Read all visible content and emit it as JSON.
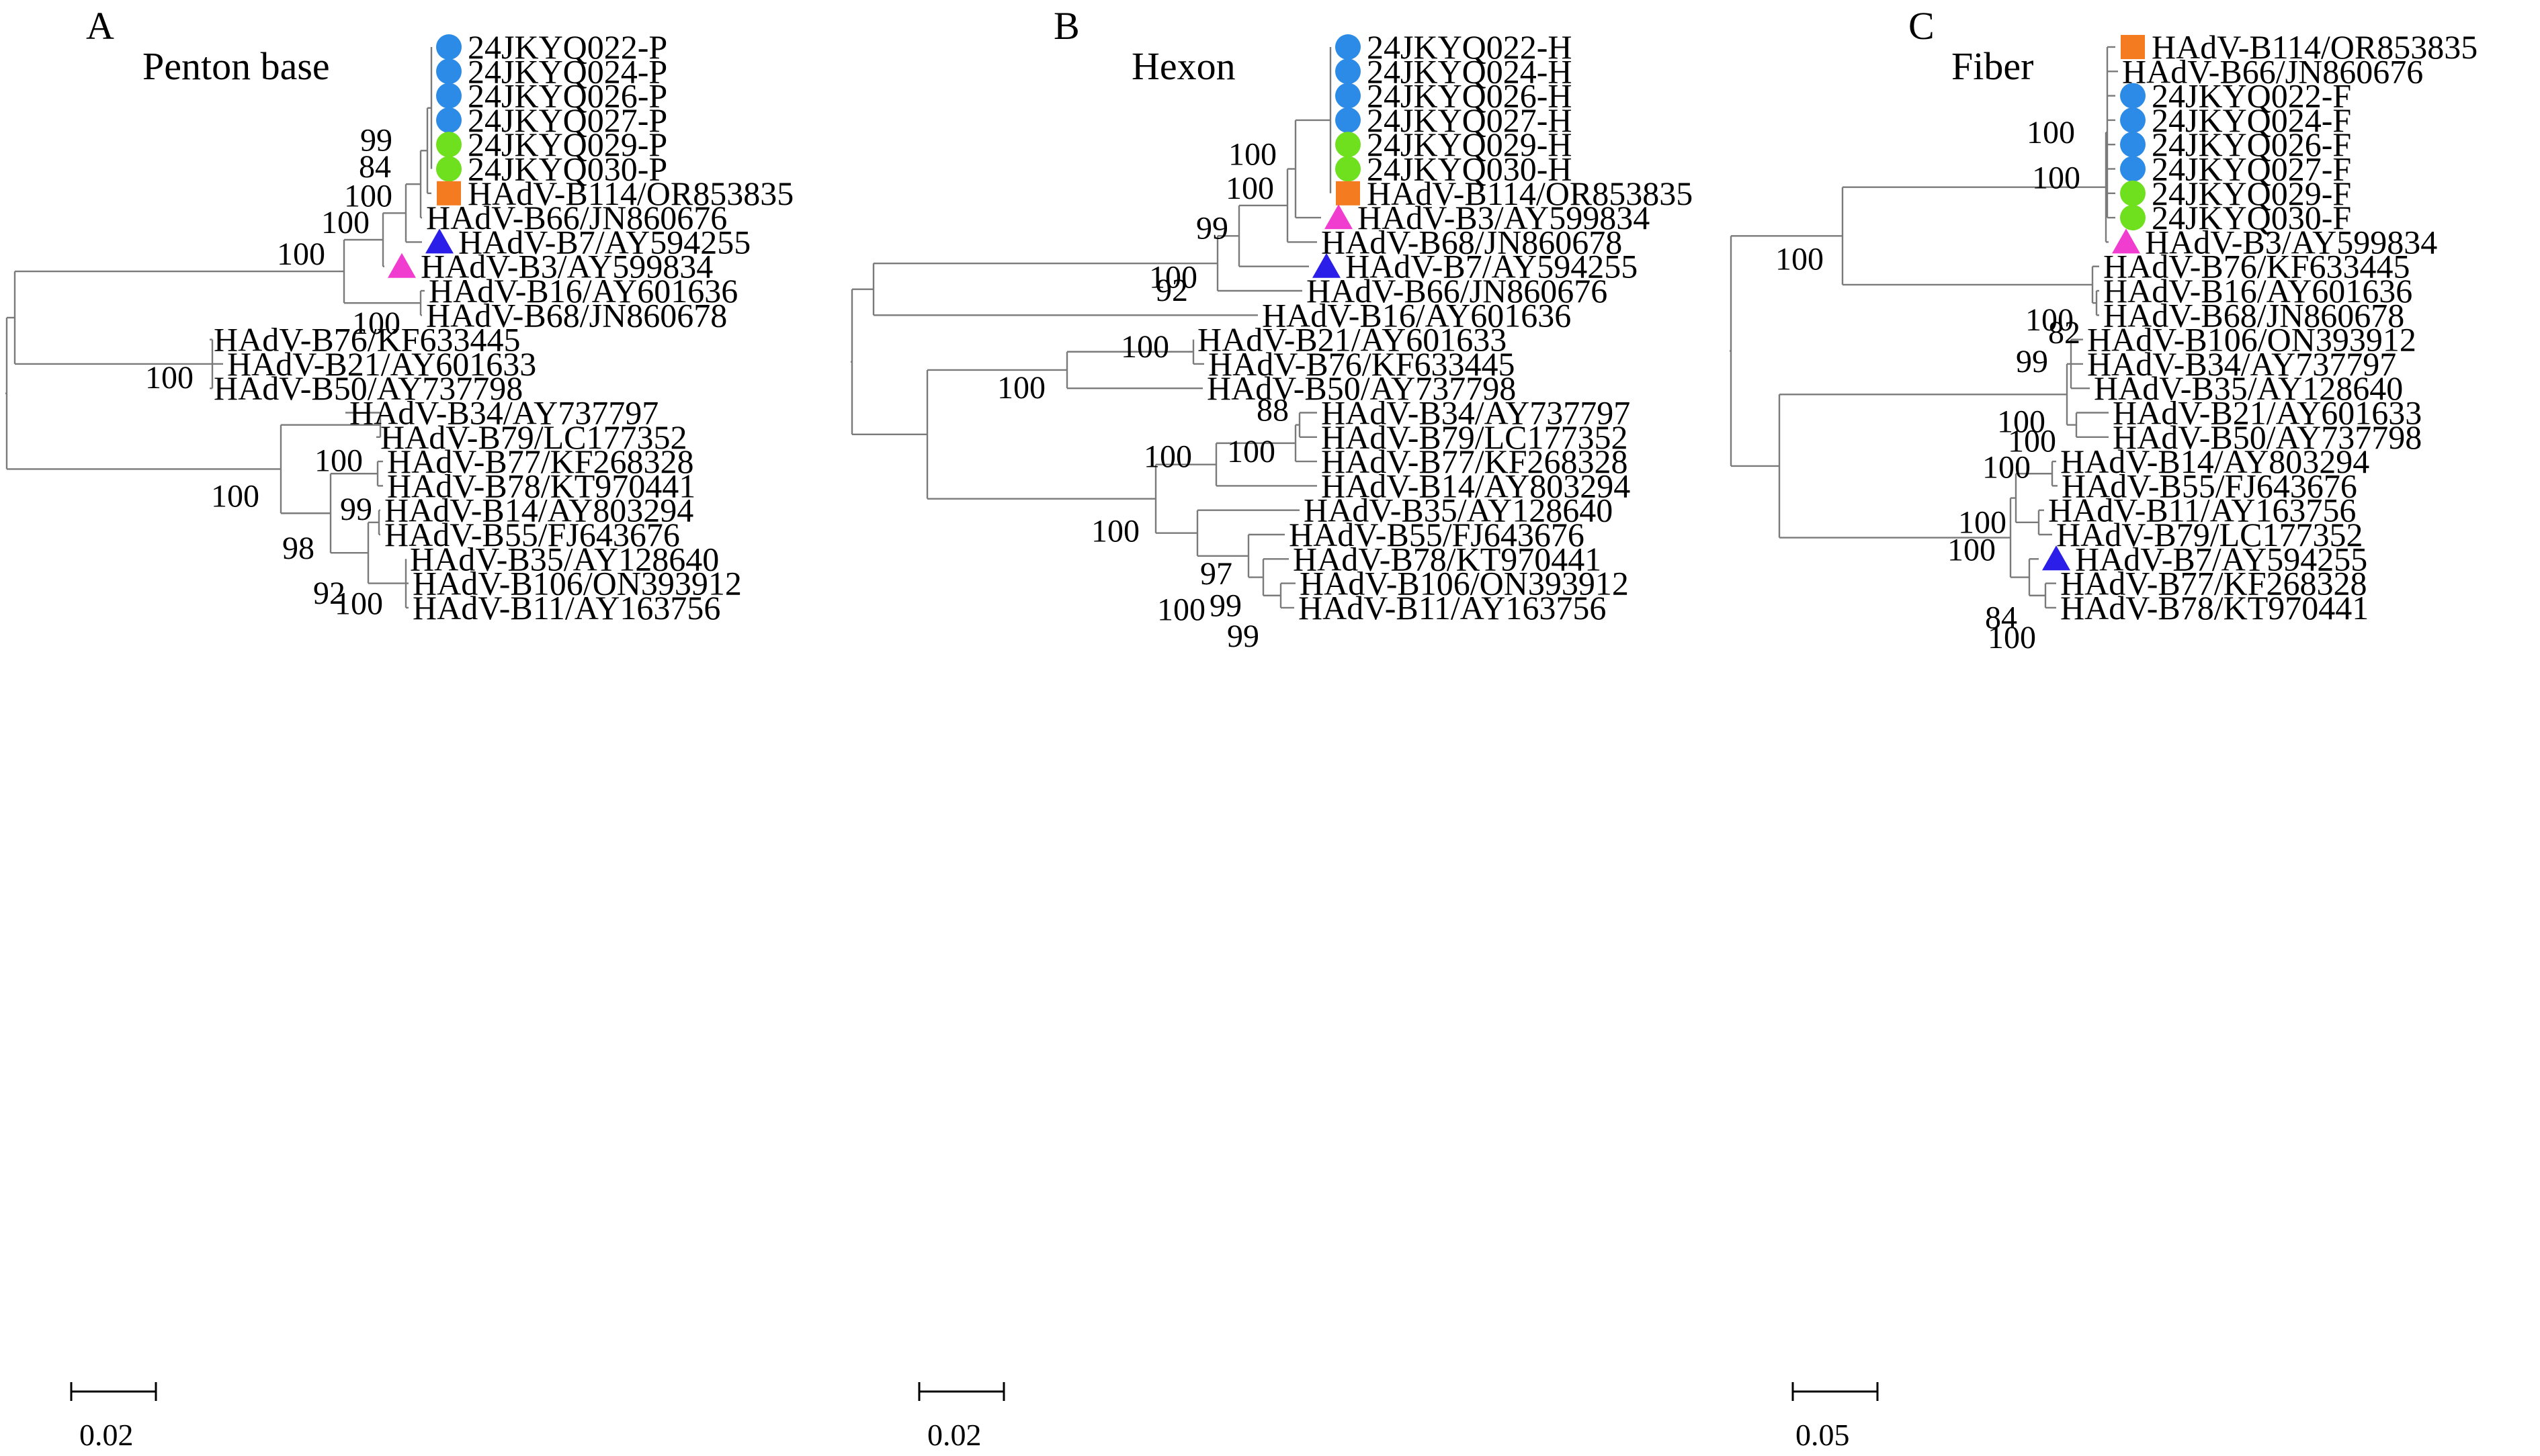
{
  "colors": {
    "blue_circle": "#2b8be6",
    "green_circle": "#6fe01e",
    "orange_square": "#f47b20",
    "blue_triangle": "#2a1ee8",
    "magenta_triangle": "#f03ccf",
    "branch": "#7a7a7a"
  },
  "panels": [
    {
      "letter": "A",
      "title": "Penton base",
      "scale_label": "0.02",
      "leaves": [
        {
          "label": "24JKYQ022-P",
          "marker": "blue-circle"
        },
        {
          "label": "24JKYQ024-P",
          "marker": "blue-circle"
        },
        {
          "label": "24JKYQ026-P",
          "marker": "blue-circle"
        },
        {
          "label": "24JKYQ027-P",
          "marker": "blue-circle"
        },
        {
          "label": "24JKYQ029-P",
          "marker": "green-circle"
        },
        {
          "label": "24JKYQ030-P",
          "marker": "green-circle"
        },
        {
          "label": "HAdV-B114/OR853835",
          "marker": "orange-square"
        },
        {
          "label": "HAdV-B66/JN860676",
          "marker": ""
        },
        {
          "label": "HAdV-B7/AY594255",
          "marker": "blue-triangle"
        },
        {
          "label": "HAdV-B3/AY599834",
          "marker": "magenta-triangle"
        },
        {
          "label": "HAdV-B16/AY601636",
          "marker": ""
        },
        {
          "label": "HAdV-B68/JN860678",
          "marker": ""
        },
        {
          "label": "HAdV-B76/KF633445",
          "marker": ""
        },
        {
          "label": "HAdV-B21/AY601633",
          "marker": ""
        },
        {
          "label": "HAdV-B50/AY737798",
          "marker": ""
        },
        {
          "label": "HAdV-B34/AY737797",
          "marker": ""
        },
        {
          "label": "HAdV-B79/LC177352",
          "marker": ""
        },
        {
          "label": "HAdV-B77/KF268328",
          "marker": ""
        },
        {
          "label": "HAdV-B78/KT970441",
          "marker": ""
        },
        {
          "label": "HAdV-B14/AY803294",
          "marker": ""
        },
        {
          "label": "HAdV-B55/FJ643676",
          "marker": ""
        },
        {
          "label": "HAdV-B35/AY128640",
          "marker": ""
        },
        {
          "label": "HAdV-B106/ON393912",
          "marker": ""
        },
        {
          "label": "HAdV-B11/AY163756",
          "marker": ""
        }
      ],
      "support_values": [
        "99",
        "84",
        "100",
        "100",
        "100",
        "100",
        "100",
        "100",
        "100",
        "98",
        "99",
        "92",
        "100"
      ]
    },
    {
      "letter": "B",
      "title": "Hexon",
      "scale_label": "0.02",
      "leaves": [
        {
          "label": "24JKYQ022-H",
          "marker": "blue-circle"
        },
        {
          "label": "24JKYQ024-H",
          "marker": "blue-circle"
        },
        {
          "label": "24JKYQ026-H",
          "marker": "blue-circle"
        },
        {
          "label": "24JKYQ027-H",
          "marker": "blue-circle"
        },
        {
          "label": "24JKYQ029-H",
          "marker": "green-circle"
        },
        {
          "label": "24JKYQ030-H",
          "marker": "green-circle"
        },
        {
          "label": "HAdV-B114/OR853835",
          "marker": "orange-square"
        },
        {
          "label": "HAdV-B3/AY599834",
          "marker": "magenta-triangle"
        },
        {
          "label": "HAdV-B68/JN860678",
          "marker": ""
        },
        {
          "label": "HAdV-B7/AY594255",
          "marker": "blue-triangle"
        },
        {
          "label": "HAdV-B66/JN860676",
          "marker": ""
        },
        {
          "label": "HAdV-B16/AY601636",
          "marker": ""
        },
        {
          "label": "HAdV-B21/AY601633",
          "marker": ""
        },
        {
          "label": "HAdV-B76/KF633445",
          "marker": ""
        },
        {
          "label": "HAdV-B50/AY737798",
          "marker": ""
        },
        {
          "label": "HAdV-B34/AY737797",
          "marker": ""
        },
        {
          "label": "HAdV-B79/LC177352",
          "marker": ""
        },
        {
          "label": "HAdV-B77/KF268328",
          "marker": ""
        },
        {
          "label": "HAdV-B14/AY803294",
          "marker": ""
        },
        {
          "label": "HAdV-B35/AY128640",
          "marker": ""
        },
        {
          "label": "HAdV-B55/FJ643676",
          "marker": ""
        },
        {
          "label": "HAdV-B78/KT970441",
          "marker": ""
        },
        {
          "label": "HAdV-B106/ON393912",
          "marker": ""
        },
        {
          "label": "HAdV-B11/AY163756",
          "marker": ""
        }
      ],
      "support_values": [
        "100",
        "100",
        "99",
        "92",
        "100",
        "100",
        "100",
        "88",
        "100",
        "100",
        "100",
        "100",
        "97",
        "99",
        "99"
      ]
    },
    {
      "letter": "C",
      "title": "Fiber",
      "scale_label": "0.05",
      "leaves": [
        {
          "label": "HAdV-B114/OR853835",
          "marker": "orange-square"
        },
        {
          "label": "HAdV-B66/JN860676",
          "marker": ""
        },
        {
          "label": "24JKYQ022-F",
          "marker": "blue-circle"
        },
        {
          "label": "24JKYQ024-F",
          "marker": "blue-circle"
        },
        {
          "label": "24JKYQ026-F",
          "marker": "blue-circle"
        },
        {
          "label": "24JKYQ027-F",
          "marker": "blue-circle"
        },
        {
          "label": "24JKYQ029-F",
          "marker": "green-circle"
        },
        {
          "label": "24JKYQ030-F",
          "marker": "green-circle"
        },
        {
          "label": "HAdV-B3/AY599834",
          "marker": "magenta-triangle"
        },
        {
          "label": "HAdV-B76/KF633445",
          "marker": ""
        },
        {
          "label": "HAdV-B16/AY601636",
          "marker": ""
        },
        {
          "label": "HAdV-B68/JN860678",
          "marker": ""
        },
        {
          "label": "HAdV-B106/ON393912",
          "marker": ""
        },
        {
          "label": "HAdV-B34/AY737797",
          "marker": ""
        },
        {
          "label": "HAdV-B35/AY128640",
          "marker": ""
        },
        {
          "label": "HAdV-B21/AY601633",
          "marker": ""
        },
        {
          "label": "HAdV-B50/AY737798",
          "marker": ""
        },
        {
          "label": "HAdV-B14/AY803294",
          "marker": ""
        },
        {
          "label": "HAdV-B55/FJ643676",
          "marker": ""
        },
        {
          "label": "HAdV-B11/AY163756",
          "marker": ""
        },
        {
          "label": "HAdV-B79/LC177352",
          "marker": ""
        },
        {
          "label": "HAdV-B7/AY594255",
          "marker": "blue-triangle"
        },
        {
          "label": "HAdV-B77/KF268328",
          "marker": ""
        },
        {
          "label": "HAdV-B78/KT970441",
          "marker": ""
        }
      ],
      "support_values": [
        "100",
        "100",
        "100",
        "100",
        "82",
        "99",
        "100",
        "100",
        "100",
        "100",
        "100",
        "84",
        "100"
      ]
    }
  ]
}
